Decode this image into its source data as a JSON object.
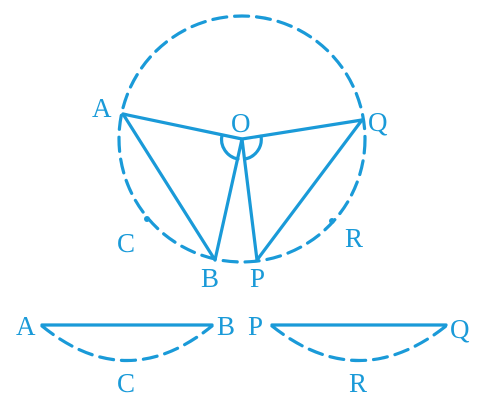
{
  "colors": {
    "stroke": "#1a9ad8",
    "background": "#ffffff"
  },
  "labels": {
    "circle": {
      "A": "A",
      "O": "O",
      "Q": "Q",
      "C": "C",
      "R": "R",
      "B": "B",
      "P": "P"
    },
    "segments": {
      "A": "A",
      "B": "B",
      "P": "P",
      "Q": "Q",
      "C": "C",
      "R": "R"
    }
  }
}
